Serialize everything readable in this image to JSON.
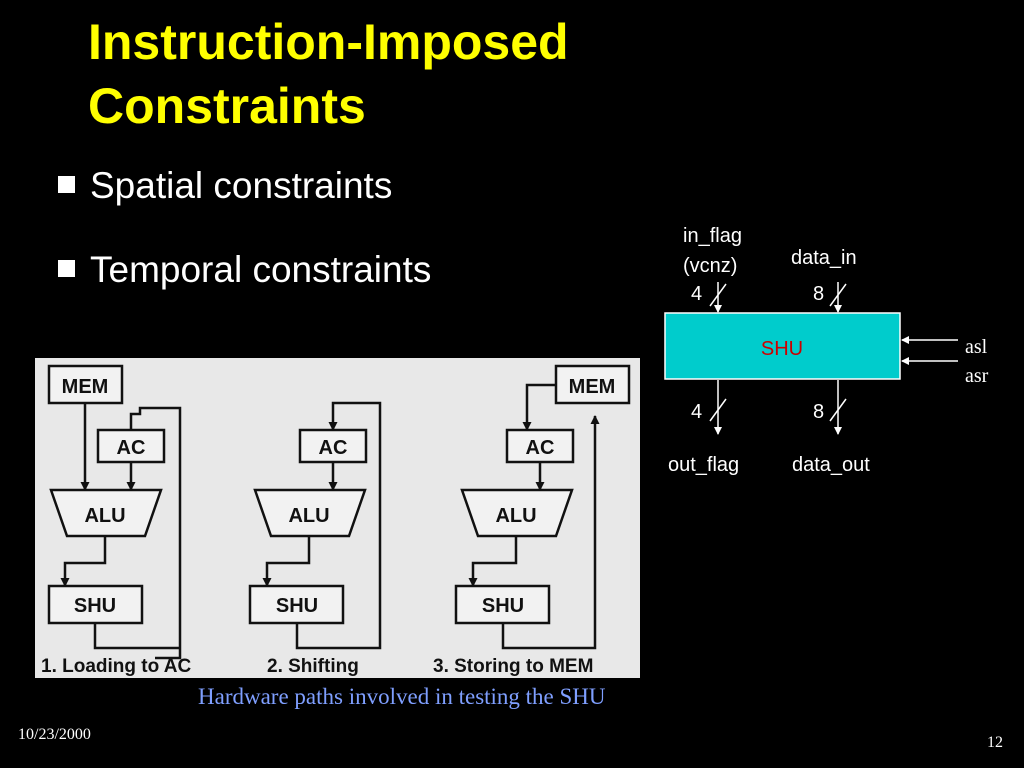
{
  "title": {
    "line1": "Instruction-Imposed",
    "line2": "Constraints"
  },
  "bullets": [
    "Spatial constraints",
    "Temporal constraints"
  ],
  "shu_diagram": {
    "block_label": "SHU",
    "in_flag_label": "in_flag",
    "in_flag_sub": "(vcnz)",
    "in_flag_width": "4",
    "data_in_label": "data_in",
    "data_in_width": "8",
    "out_flag_label": "out_flag",
    "out_flag_width": "4",
    "data_out_label": "data_out",
    "data_out_width": "8",
    "control_1": "asl",
    "control_2": "asr"
  },
  "paths_figure": {
    "stages": [
      {
        "caption": "1. Loading to AC",
        "mem": "MEM",
        "ac": "AC",
        "alu": "ALU",
        "shu": "SHU"
      },
      {
        "caption": "2. Shifting",
        "ac": "AC",
        "alu": "ALU",
        "shu": "SHU"
      },
      {
        "caption": "3. Storing to MEM",
        "mem": "MEM",
        "ac": "AC",
        "alu": "ALU",
        "shu": "SHU"
      }
    ]
  },
  "caption": "Hardware paths involved in testing the SHU",
  "footer": {
    "date": "10/23/2000",
    "page": "12"
  },
  "colors": {
    "background": "#000000",
    "title": "#ffff00",
    "body_text": "#ffffff",
    "shu_block": "#00cccc",
    "shu_text": "#cc0000",
    "caption": "#7f9fff"
  }
}
